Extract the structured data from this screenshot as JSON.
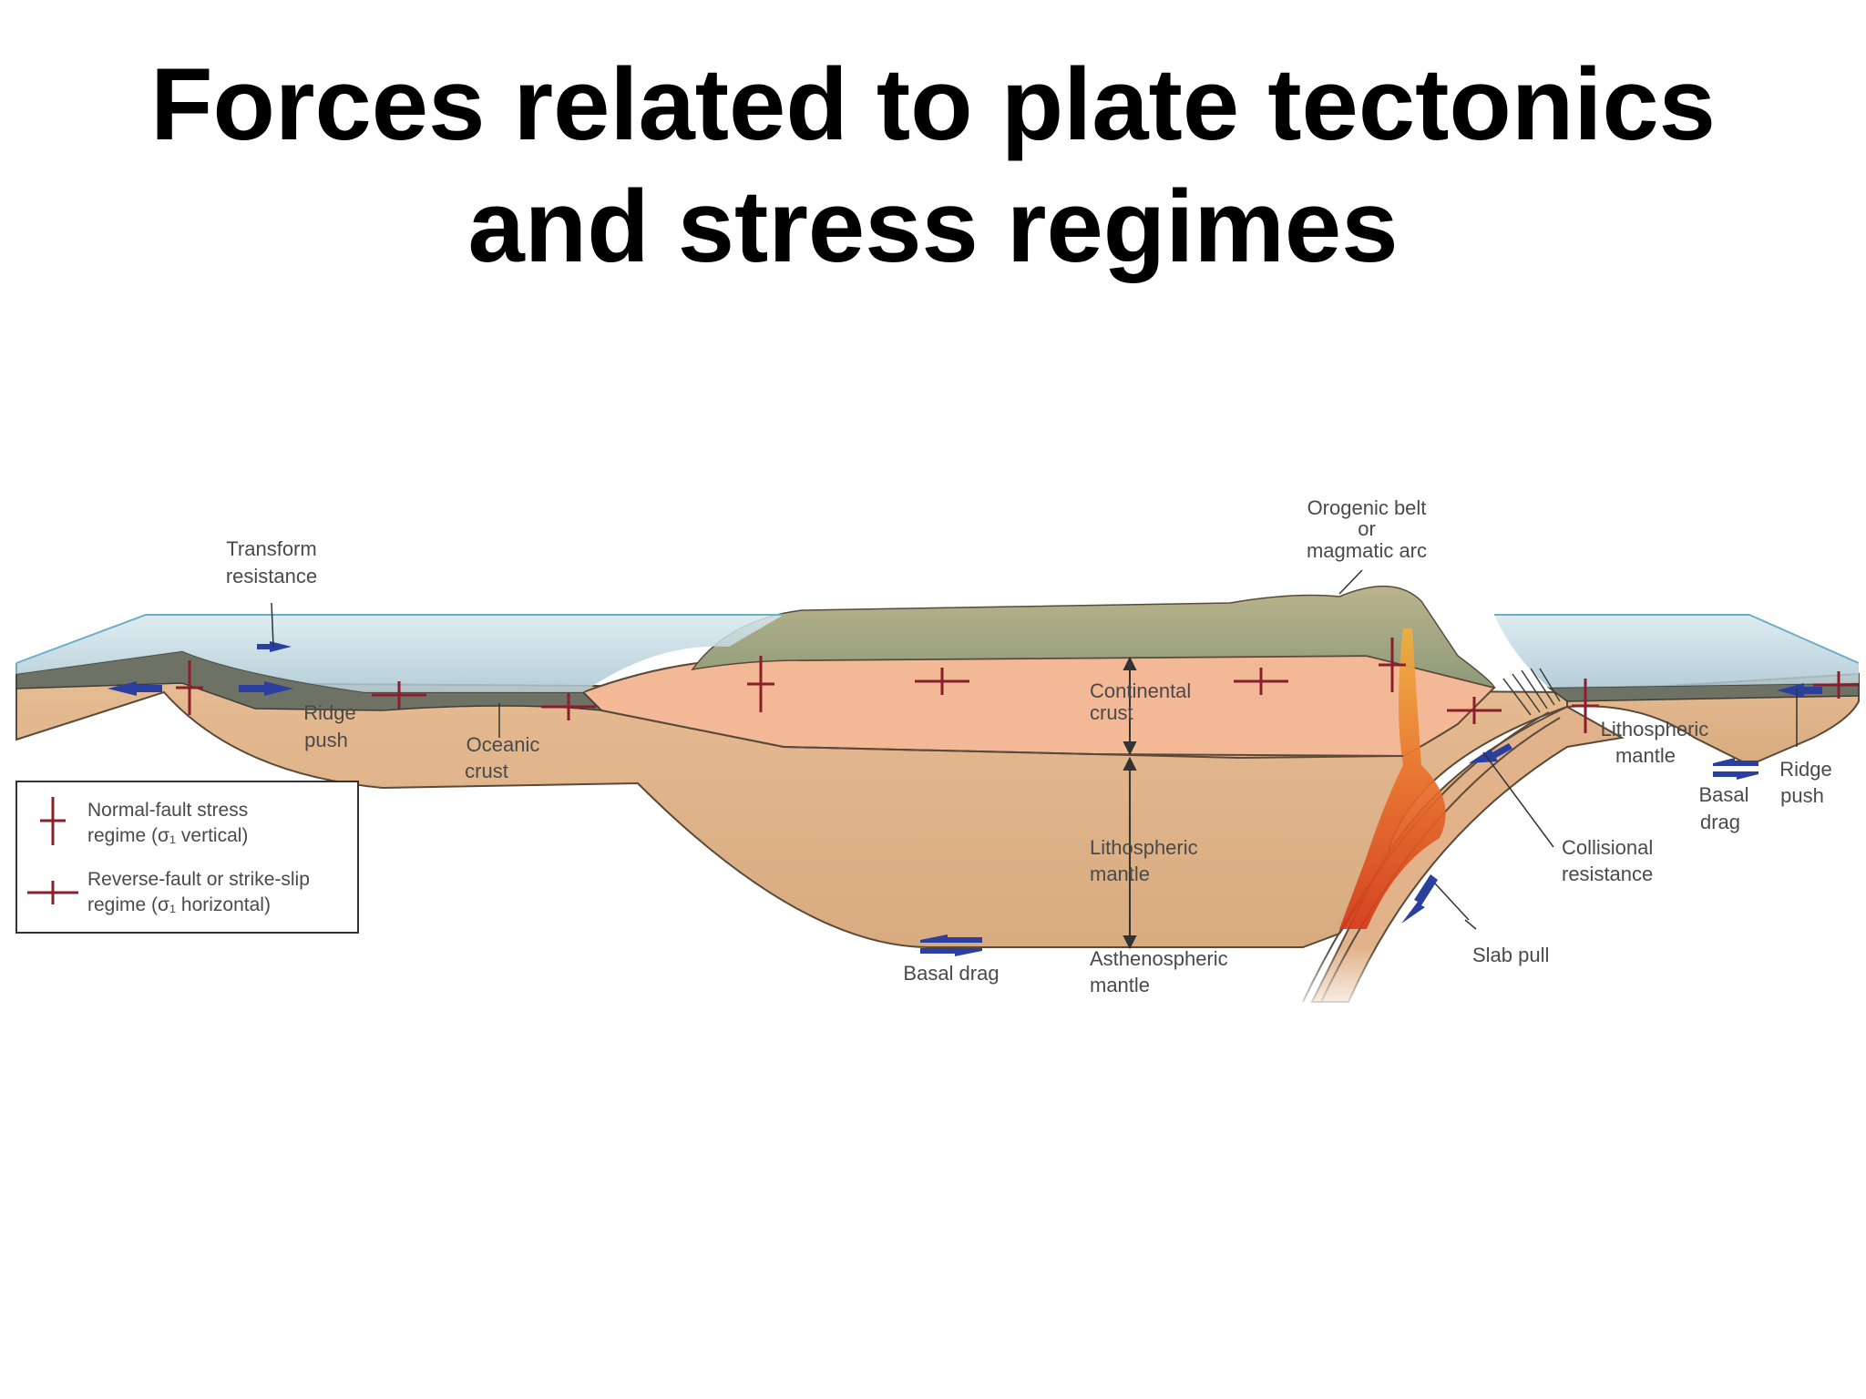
{
  "title": {
    "line1": "Forces related to plate tectonics",
    "line2": "and stress regimes"
  },
  "labels": {
    "transform_resistance_1": "Transform",
    "transform_resistance_2": "resistance",
    "ridge_push_left_1": "Ridge",
    "ridge_push_left_2": "push",
    "oceanic_crust_1": "Oceanic",
    "oceanic_crust_2": "crust",
    "continental_crust_1": "Continental",
    "continental_crust_2": "crust",
    "lithospheric_mantle_center_1": "Lithospheric",
    "lithospheric_mantle_center_2": "mantle",
    "asthenospheric_mantle_1": "Asthenospheric",
    "asthenospheric_mantle_2": "mantle",
    "basal_drag_center": "Basal drag",
    "orogenic_belt_1": "Orogenic belt",
    "orogenic_belt_2": "or",
    "orogenic_belt_3": "magmatic arc",
    "lithospheric_mantle_right_1": "Lithospheric",
    "lithospheric_mantle_right_2": "mantle",
    "ridge_push_right_1": "Ridge",
    "ridge_push_right_2": "push",
    "basal_drag_right_1": "Basal",
    "basal_drag_right_2": "drag",
    "collisional_resistance_1": "Collisional",
    "collisional_resistance_2": "resistance",
    "slab_pull": "Slab pull"
  },
  "legend": {
    "normal_line1": "Normal-fault stress",
    "normal_line2": "regime (σ₁ vertical)",
    "reverse_line1": "Reverse-fault or strike-slip",
    "reverse_line2": "regime (σ₁ horizontal)"
  },
  "colors": {
    "ocean_water": "#bcd7e3",
    "continental_crust": "#f3b896",
    "lithospheric_mantle": "#e1b58c",
    "oceanic_crust": "#6e7264",
    "force_arrow": "#2a3f9e",
    "stress_symbol": "#8a1f2b",
    "magma": "#e8702a"
  }
}
